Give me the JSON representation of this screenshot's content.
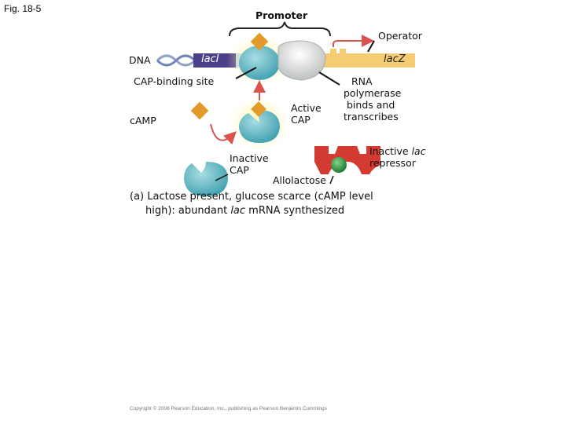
{
  "figure_label": "Fig. 18-5",
  "labels": {
    "promoter": "Promoter",
    "operator": "Operator",
    "dna": "DNA",
    "laci": "lacI",
    "lacz": "lacZ",
    "cap_binding_site": "CAP-binding site",
    "rna_polymerase": [
      "RNA",
      "polymerase",
      "binds and",
      "transcribes"
    ],
    "camp": "cAMP",
    "active_cap": [
      "Active",
      "CAP"
    ],
    "inactive_cap": [
      "Inactive",
      "CAP"
    ],
    "inactive_repressor_pre": "Inactive ",
    "inactive_repressor_italic": "lac",
    "inactive_repressor_line2": "repressor",
    "allolactose": "Allolactose"
  },
  "caption": {
    "line1": "(a) Lactose present, glucose scarce (cAMP level",
    "line2_pre": "high): abundant ",
    "line2_italic": "lac",
    "line2_post": " mRNA synthesized"
  },
  "copyright": "Copyright © 2008 Pearson Education, Inc., publishing as Pearson Benjamin Cummings",
  "colors": {
    "cap_protein": "#5bb8c4",
    "camp": "#e39a2a",
    "rna_polymerase": "#d8dcd8",
    "dna_blue": "#8fa3c8",
    "lacz_yellow": "#f4cd73",
    "repressor": "#d33a32",
    "allolactose": "#2e9b3c",
    "arrow": "#d9534f"
  }
}
